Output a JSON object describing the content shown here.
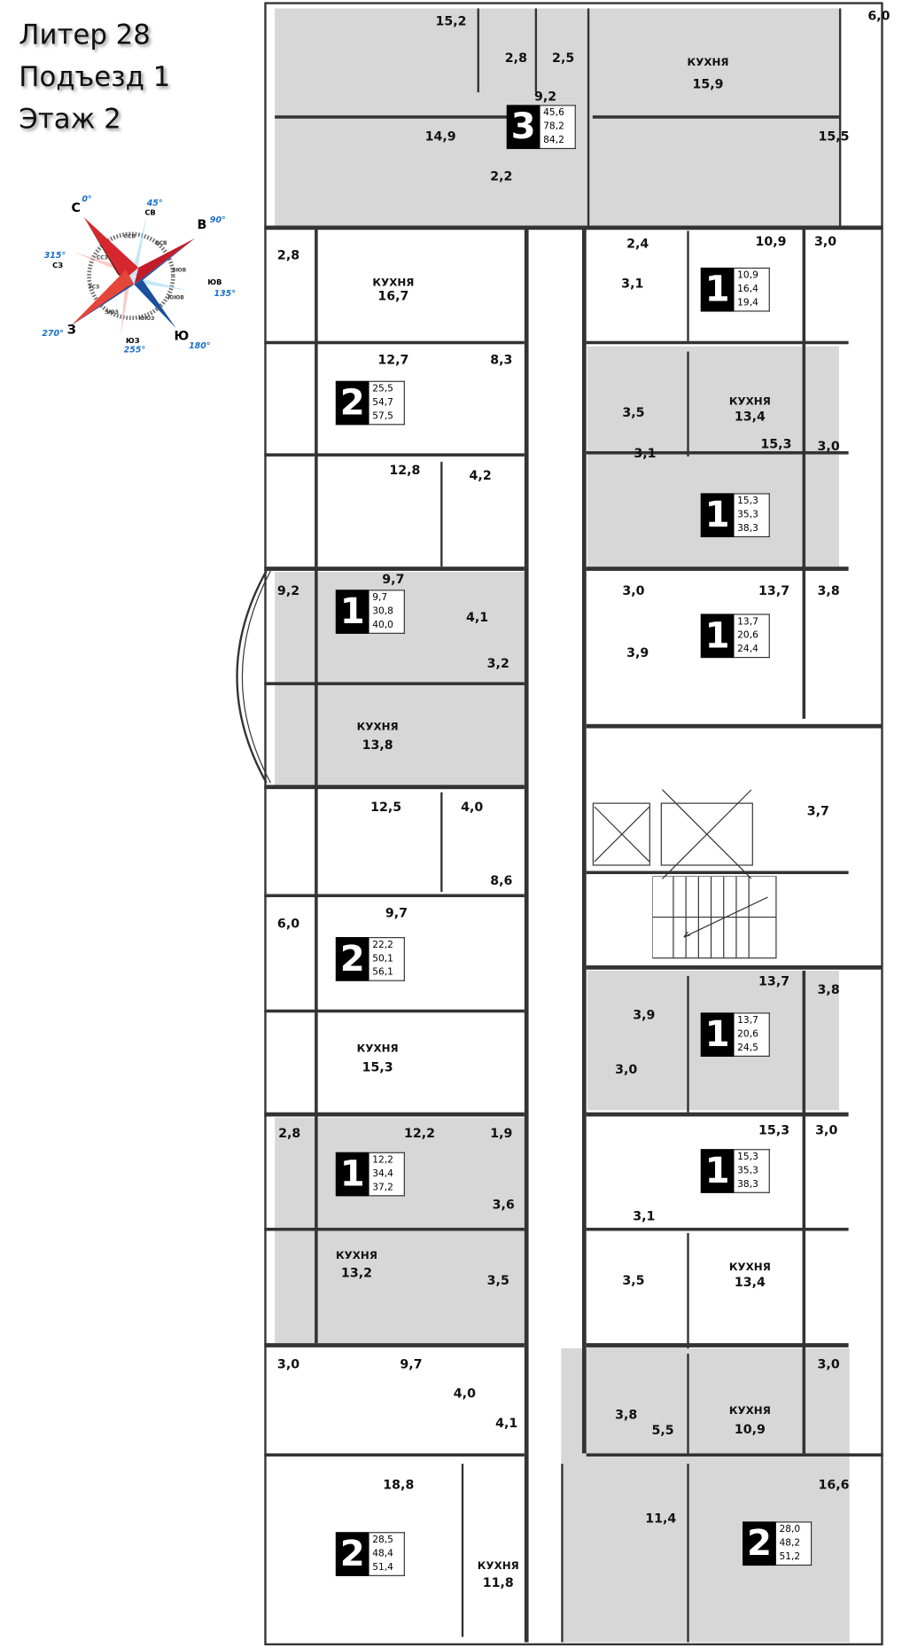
{
  "header": {
    "line1": "Литер 28",
    "line2": "Подъезд 1",
    "line3": "Этаж 2"
  },
  "compass": {
    "main": {
      "n": "С",
      "e": "В",
      "s": "Ю",
      "w": "З"
    },
    "inter": {
      "ne": "СВ",
      "se": "ЮВ",
      "sw": "ЮЗ",
      "nw": "СЗ"
    },
    "degrees": {
      "n": "0°",
      "ne": "45°",
      "e": "90°",
      "se": "135°",
      "s": "180°",
      "sw": "255°",
      "w": "270°",
      "nw": "315°"
    },
    "minor": [
      "ССВ",
      "ВСВ",
      "ВЮВ",
      "ЮЮВ",
      "ЮЮЗ",
      "ЗЮЗ",
      "ЗСЗ",
      "ССЗ"
    ],
    "colors": {
      "red": "#d7262e",
      "blue": "#1c4f9c",
      "light_blue": "#3fb2e6"
    }
  },
  "kitchen_word": "КУХНЯ",
  "apartments": [
    {
      "rooms": "3",
      "living": "45,6",
      "total": "78,2",
      "total_with_balcony": "84,2"
    },
    {
      "rooms": "1",
      "living": "10,9",
      "total": "16,4",
      "total_with_balcony": "19,4"
    },
    {
      "rooms": "2",
      "living": "25,5",
      "total": "54,7",
      "total_with_balcony": "57,5"
    },
    {
      "rooms": "1",
      "living": "15,3",
      "total": "35,3",
      "total_with_balcony": "38,3"
    },
    {
      "rooms": "1",
      "living": "9,7",
      "total": "30,8",
      "total_with_balcony": "40,0"
    },
    {
      "rooms": "1",
      "living": "13,7",
      "total": "20,6",
      "total_with_balcony": "24,4"
    },
    {
      "rooms": "2",
      "living": "22,2",
      "total": "50,1",
      "total_with_balcony": "56,1"
    },
    {
      "rooms": "1",
      "living": "13,7",
      "total": "20,6",
      "total_with_balcony": "24,5"
    },
    {
      "rooms": "1",
      "living": "12,2",
      "total": "34,4",
      "total_with_balcony": "37,2"
    },
    {
      "rooms": "1",
      "living": "15,3",
      "total": "35,3",
      "total_with_balcony": "38,3"
    },
    {
      "rooms": "2",
      "living": "28,5",
      "total": "48,4",
      "total_with_balcony": "51,4"
    },
    {
      "rooms": "2",
      "living": "28,0",
      "total": "48,2",
      "total_with_balcony": "51,2"
    }
  ],
  "room_areas": [
    "15,2",
    "2,8",
    "2,5",
    "15,9",
    "6,0",
    "9,2",
    "14,9",
    "15,5",
    "2,2",
    "2,8",
    "16,7",
    "2,4",
    "10,9",
    "3,0",
    "3,1",
    "8,3",
    "12,7",
    "3,5",
    "13,4",
    "3,1",
    "15,3",
    "3,0",
    "12,8",
    "4,2",
    "9,7",
    "9,2",
    "3,0",
    "13,7",
    "3,8",
    "4,1",
    "3,9",
    "3,2",
    "13,8",
    "3,7",
    "12,5",
    "4,0",
    "8,6",
    "9,7",
    "6,0",
    "13,7",
    "3,8",
    "3,9",
    "3,0",
    "15,3",
    "15,3",
    "3,0",
    "2,8",
    "12,2",
    "1,9",
    "3,6",
    "3,1",
    "13,2",
    "3,5",
    "3,5",
    "13,4",
    "3,0",
    "9,7",
    "4,0",
    "10,9",
    "3,0",
    "3,8",
    "4,1",
    "5,5",
    "18,8",
    "16,6",
    "11,4",
    "11,8"
  ]
}
